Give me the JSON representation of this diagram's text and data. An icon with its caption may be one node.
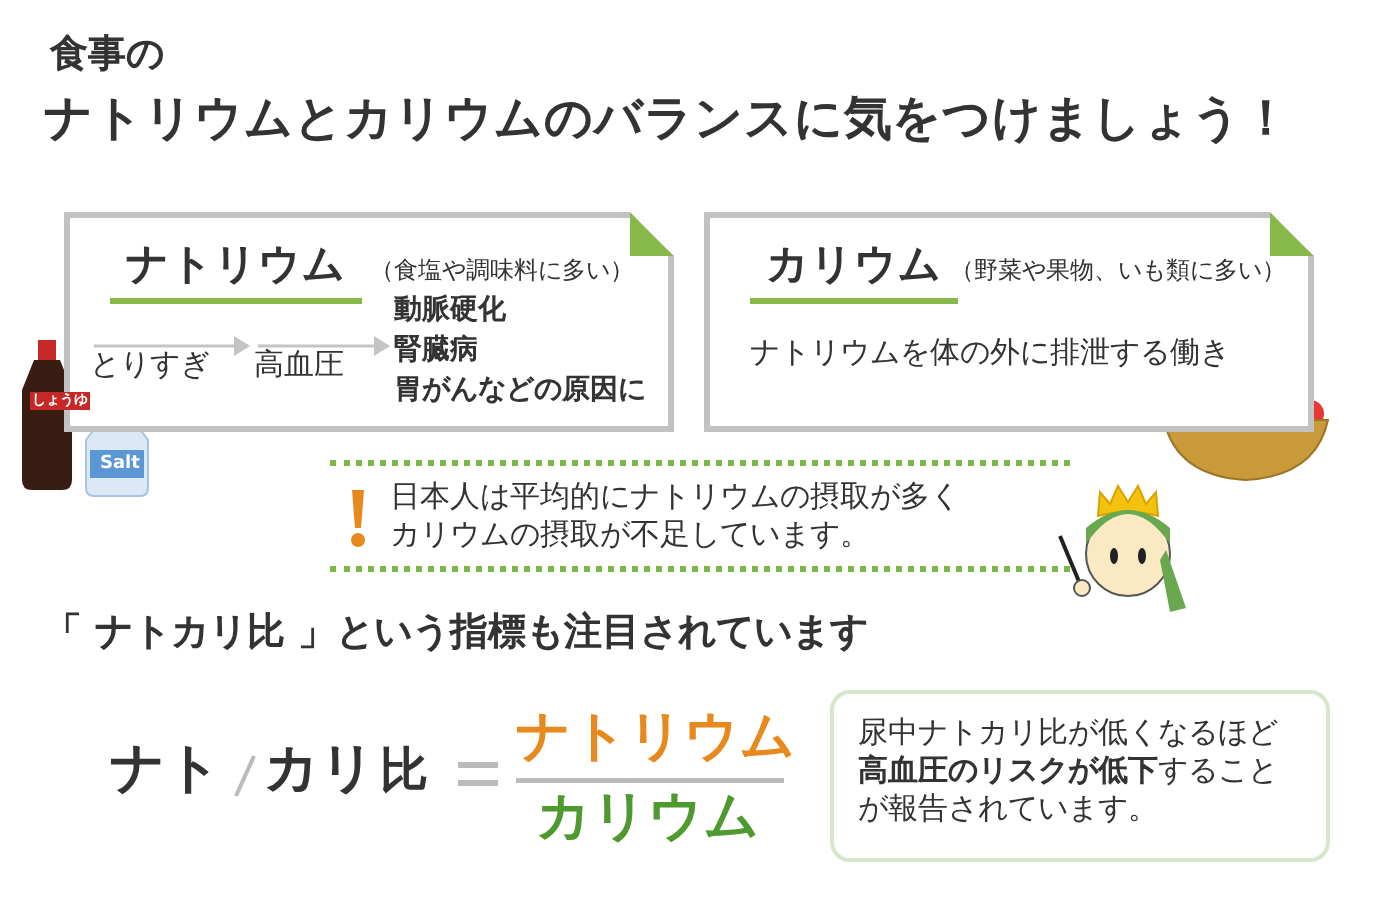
{
  "diagram": {
    "title": "**ナトリウム**と**カリウム**のバランスに気をつけましょう！",
    "nodes": [
      {
        "text": [
          "ナトリウム",
          "（食塩や調味料に多い）"
        ]
      },
      {
        "text": [
          "とりすぎ"
        ],
        "in": 0
      },
      {
        "text": [
          "高血圧"
        ],
        "in": 0
      },
      {
        "text": [
          "動脈硬化",
          "腎臓病",
          "**胃がん**などの原因に"
        ],
        "in": 0
      },
      {
        "text": [
          "カリウム",
          "（野菜や果物、いも類に多い）",
          "ナトリウムを体の外に排泄する働き"
        ]
      },
      {
        "text": [
          "日本人は平均的にナトリウムの摂取が多くカリウムの摂取が不足しています。"
        ]
      },
      {
        "text": [
          "尿中ナトカリ比が低くなるほど**高血圧のリスクが低下**することが報告されています。"
        ]
      }
    ],
    "edges": [
      {
        "from": 1,
        "to": 2,
        "arrow": "to"
      },
      {
        "from": 2,
        "to": 3,
        "arrow": "to"
      }
    ],
    "labels": [
      "食事の",
      "「 **ナトカリ比** 」という指標も注目されています",
      "ナト",
      "カリ",
      "比",
      "ナトリウム",
      "カリウム",
      "しょうゆ",
      "Salt"
    ]
  }
}
